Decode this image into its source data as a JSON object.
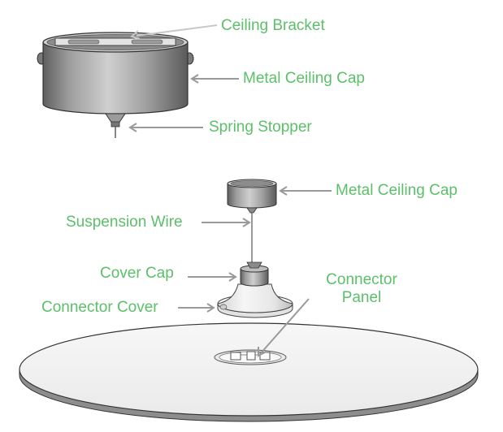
{
  "colors": {
    "label_text": "#5cbf6a",
    "leader": "#9a9a9a",
    "metal_dark": "#6e6e6e",
    "metal_mid": "#a6a6a6",
    "metal_light": "#d9d9d9",
    "panel_face": "#f3f3f3",
    "panel_edge": "#8a8a8a",
    "outline": "#333333"
  },
  "labels": {
    "ceiling_bracket": "Ceiling Bracket",
    "metal_ceiling_cap_top": "Metal Ceiling Cap",
    "spring_stopper": "Spring Stopper",
    "metal_ceiling_cap_small": "Metal Ceiling Cap",
    "suspension_wire": "Suspension Wire",
    "cover_cap": "Cover Cap",
    "connector_cover": "Connector Cover",
    "connector_panel": "Connector Panel"
  }
}
